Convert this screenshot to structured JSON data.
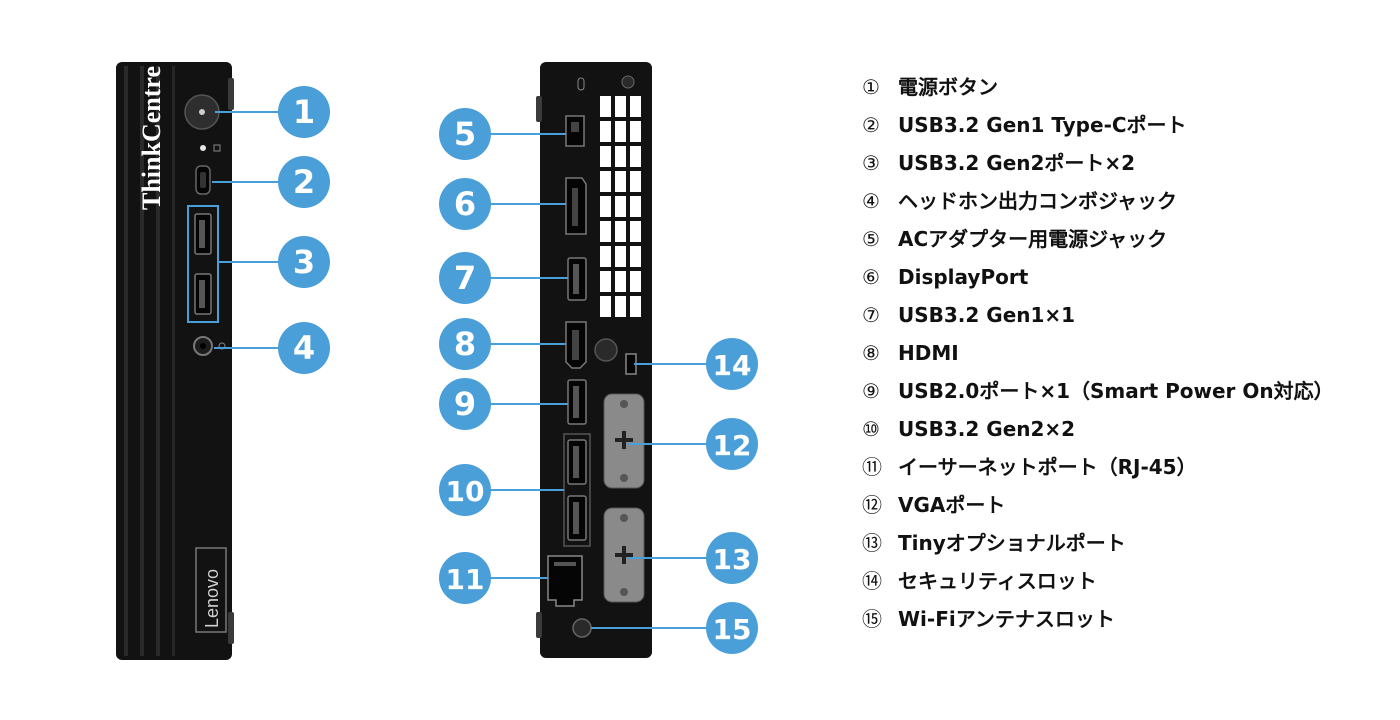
{
  "front": {
    "brand": "ThinkCentre",
    "logo": "Lenovo"
  },
  "callouts": [
    {
      "n": "1"
    },
    {
      "n": "2"
    },
    {
      "n": "3"
    },
    {
      "n": "4"
    },
    {
      "n": "5"
    },
    {
      "n": "6"
    },
    {
      "n": "7"
    },
    {
      "n": "8"
    },
    {
      "n": "9"
    },
    {
      "n": "10"
    },
    {
      "n": "11"
    },
    {
      "n": "12"
    },
    {
      "n": "13"
    },
    {
      "n": "14"
    },
    {
      "n": "15"
    }
  ],
  "legend": [
    {
      "num": "①",
      "label": "電源ボタン"
    },
    {
      "num": "②",
      "label": "USB3.2 Gen1 Type-Cポート"
    },
    {
      "num": "③",
      "label": "USB3.2 Gen2ポート×2"
    },
    {
      "num": "④",
      "label": "ヘッドホン出力コンボジャック"
    },
    {
      "num": "⑤",
      "label": "ACアダプター用電源ジャック"
    },
    {
      "num": "⑥",
      "label": "DisplayPort"
    },
    {
      "num": "⑦",
      "label": "USB3.2 Gen1×1"
    },
    {
      "num": "⑧",
      "label": "HDMI"
    },
    {
      "num": "⑨",
      "label": "USB2.0ポート×1（Smart Power On対応）"
    },
    {
      "num": "⑩",
      "label": "USB3.2 Gen2×2"
    },
    {
      "num": "⑪",
      "label": "イーサーネットポート（RJ-45）"
    },
    {
      "num": "⑫",
      "label": "VGAポート"
    },
    {
      "num": "⑬",
      "label": "Tinyオプショナルポート"
    },
    {
      "num": "⑭",
      "label": "セキュリティスロット"
    },
    {
      "num": "⑮",
      "label": "Wi-Fiアンテナスロット"
    }
  ],
  "colors": {
    "callout_fill": "#4a9fd8",
    "leader_line": "#4a9fd8",
    "chassis": "#121212",
    "port_highlight": "#4a9fd8"
  }
}
